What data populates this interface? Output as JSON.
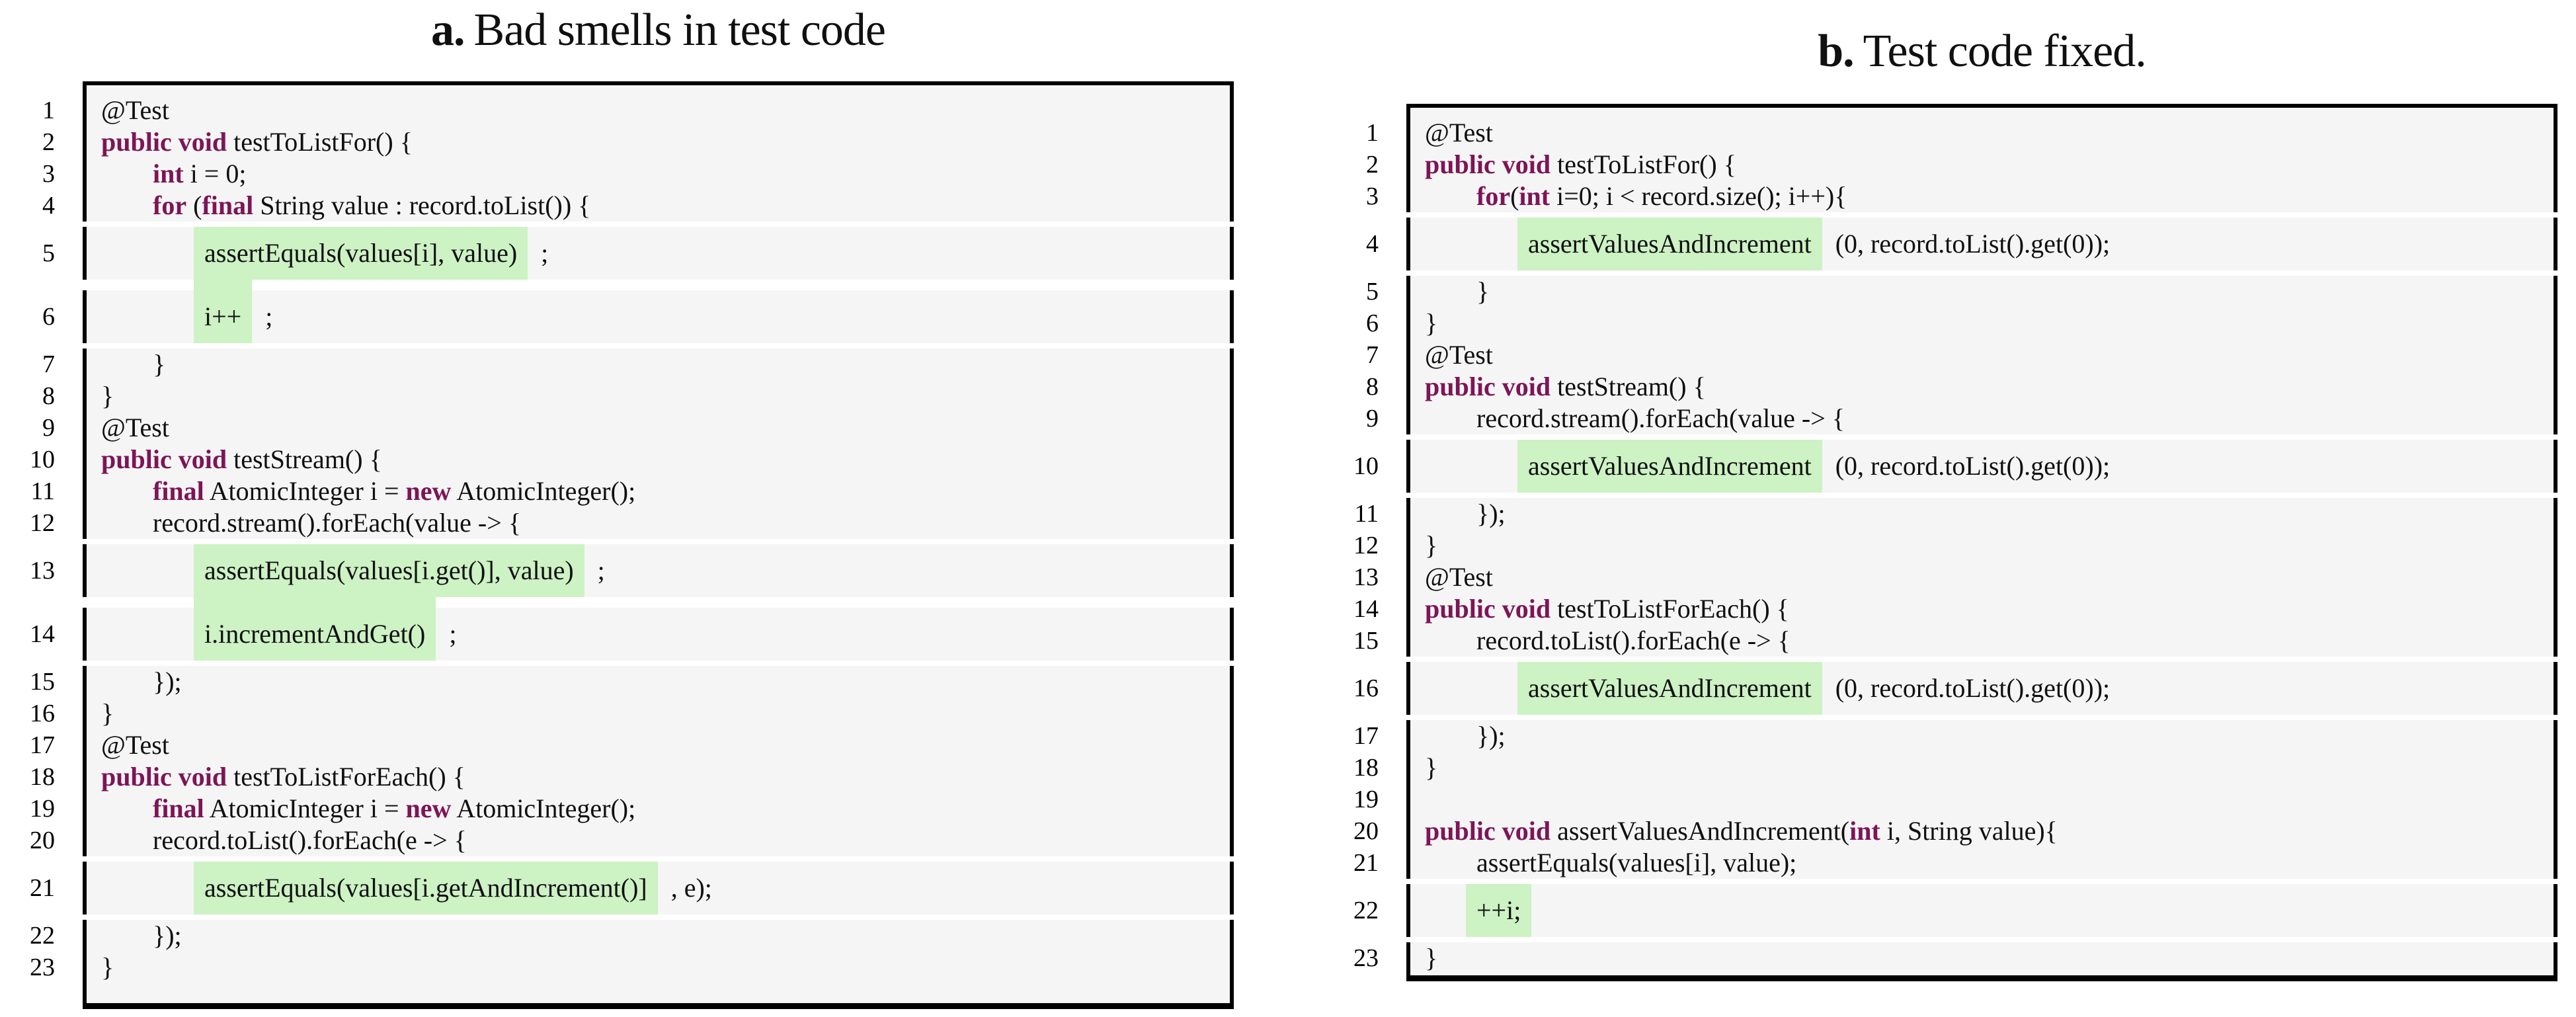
{
  "colors": {
    "keyword": "#7d1557",
    "highlight_green": "#cdf2c4",
    "row_shade": "#f5f5f5",
    "frame": "#000000"
  },
  "panels": [
    {
      "title_prefix": "a.",
      "title_rest": "Bad smells in test code",
      "lines": [
        {
          "n": "1",
          "indent": 0,
          "segs": [
            {
              "s": "@Test"
            }
          ]
        },
        {
          "n": "2",
          "indent": 0,
          "segs": [
            {
              "s": "public void",
              "kw": true
            },
            {
              "s": " testToListFor() {"
            }
          ]
        },
        {
          "n": "3",
          "indent": 1,
          "segs": [
            {
              "s": "int",
              "kw": true
            },
            {
              "s": " i = 0;"
            }
          ]
        },
        {
          "n": "4",
          "indent": 1,
          "segs": [
            {
              "s": "for",
              "kw": true
            },
            {
              "s": " ("
            },
            {
              "s": "final",
              "kw": true
            },
            {
              "s": " String value : record.toList()) {"
            }
          ]
        },
        {
          "n": "5",
          "indent": 2,
          "hl": "assertEquals(values[i], value)",
          "after": ";"
        },
        {
          "n": "6",
          "indent": 2,
          "hl": "i++",
          "after": ";",
          "up": true
        },
        {
          "n": "7",
          "indent": 1,
          "segs": [
            {
              "s": "}"
            }
          ]
        },
        {
          "n": "8",
          "indent": 0,
          "segs": [
            {
              "s": "}"
            }
          ]
        },
        {
          "n": "9",
          "indent": 0,
          "segs": [
            {
              "s": "@Test"
            }
          ]
        },
        {
          "n": "10",
          "indent": 0,
          "segs": [
            {
              "s": "public void",
              "kw": true
            },
            {
              "s": " testStream() {"
            }
          ]
        },
        {
          "n": "11",
          "indent": 1,
          "segs": [
            {
              "s": "final",
              "kw": true
            },
            {
              "s": " AtomicInteger i = "
            },
            {
              "s": "new",
              "kw": true
            },
            {
              "s": " AtomicInteger();"
            }
          ]
        },
        {
          "n": "12",
          "indent": 1,
          "segs": [
            {
              "s": "record.stream().forEach(value -> {"
            }
          ]
        },
        {
          "n": "13",
          "indent": 2,
          "hl": "assertEquals(values[i.get()], value)",
          "after": ";"
        },
        {
          "n": "14",
          "indent": 2,
          "hl": "i.incrementAndGet()",
          "after": ";",
          "up": true
        },
        {
          "n": "15",
          "indent": 1,
          "segs": [
            {
              "s": "});"
            }
          ]
        },
        {
          "n": "16",
          "indent": 0,
          "segs": [
            {
              "s": "}"
            }
          ]
        },
        {
          "n": "17",
          "indent": 0,
          "segs": [
            {
              "s": "@Test"
            }
          ]
        },
        {
          "n": "18",
          "indent": 0,
          "segs": [
            {
              "s": "public void",
              "kw": true
            },
            {
              "s": " testToListForEach() {"
            }
          ]
        },
        {
          "n": "19",
          "indent": 1,
          "segs": [
            {
              "s": "final",
              "kw": true
            },
            {
              "s": " AtomicInteger i = "
            },
            {
              "s": "new",
              "kw": true
            },
            {
              "s": " AtomicInteger();"
            }
          ]
        },
        {
          "n": "20",
          "indent": 1,
          "segs": [
            {
              "s": "record.toList().forEach(e -> {"
            }
          ]
        },
        {
          "n": "21",
          "indent": 2,
          "hl": "assertEquals(values[i.getAndIncrement()]",
          "after": ", e);"
        },
        {
          "n": "22",
          "indent": 1,
          "segs": [
            {
              "s": "});"
            }
          ]
        },
        {
          "n": "23",
          "indent": 0,
          "segs": [
            {
              "s": "}"
            }
          ]
        }
      ]
    },
    {
      "title_prefix": "b.",
      "title_rest": "Test code fixed.",
      "lines": [
        {
          "n": "1",
          "indent": 0,
          "segs": [
            {
              "s": "@Test"
            }
          ]
        },
        {
          "n": "2",
          "indent": 0,
          "segs": [
            {
              "s": "public void",
              "kw": true
            },
            {
              "s": " testToListFor() {"
            }
          ]
        },
        {
          "n": "3",
          "indent": 1,
          "segs": [
            {
              "s": "for",
              "kw": true
            },
            {
              "s": "("
            },
            {
              "s": "int",
              "kw": true
            },
            {
              "s": " i=0; i < record.size(); i++){"
            }
          ]
        },
        {
          "n": "4",
          "indent": 2,
          "hl": "assertValuesAndIncrement",
          "after": "(0, record.toList().get(0));"
        },
        {
          "n": "5",
          "indent": 1,
          "segs": [
            {
              "s": "}"
            }
          ]
        },
        {
          "n": "6",
          "indent": 0,
          "segs": [
            {
              "s": "}"
            }
          ]
        },
        {
          "n": "7",
          "indent": 0,
          "segs": [
            {
              "s": "@Test"
            }
          ]
        },
        {
          "n": "8",
          "indent": 0,
          "segs": [
            {
              "s": "public void",
              "kw": true
            },
            {
              "s": " testStream() {"
            }
          ]
        },
        {
          "n": "9",
          "indent": 1,
          "segs": [
            {
              "s": "record.stream().forEach(value -> {"
            }
          ]
        },
        {
          "n": "10",
          "indent": 2,
          "hl": "assertValuesAndIncrement",
          "after": "(0, record.toList().get(0));"
        },
        {
          "n": "11",
          "indent": 1,
          "segs": [
            {
              "s": "});"
            }
          ]
        },
        {
          "n": "12",
          "indent": 0,
          "segs": [
            {
              "s": "}"
            }
          ]
        },
        {
          "n": "13",
          "indent": 0,
          "segs": [
            {
              "s": "@Test"
            }
          ]
        },
        {
          "n": "14",
          "indent": 0,
          "segs": [
            {
              "s": "public void",
              "kw": true
            },
            {
              "s": " testToListForEach() {"
            }
          ]
        },
        {
          "n": "15",
          "indent": 1,
          "segs": [
            {
              "s": "record.toList().forEach(e -> {"
            }
          ]
        },
        {
          "n": "16",
          "indent": 2,
          "hl": "assertValuesAndIncrement",
          "after": "(0, record.toList().get(0));"
        },
        {
          "n": "17",
          "indent": 1,
          "segs": [
            {
              "s": "});"
            }
          ]
        },
        {
          "n": "18",
          "indent": 0,
          "segs": [
            {
              "s": "}"
            }
          ]
        },
        {
          "n": "19",
          "indent": 0,
          "segs": []
        },
        {
          "n": "20",
          "indent": 0,
          "segs": [
            {
              "s": "public void",
              "kw": true
            },
            {
              "s": " assertValuesAndIncrement("
            },
            {
              "s": "int",
              "kw": true
            },
            {
              "s": " i, String value){"
            }
          ]
        },
        {
          "n": "21",
          "indent": 1,
          "segs": [
            {
              "s": "assertEquals(values[i], value);"
            }
          ]
        },
        {
          "n": "22",
          "indent": 1,
          "hl": "++i;"
        },
        {
          "n": "23",
          "indent": 0,
          "segs": [
            {
              "s": "}"
            }
          ]
        }
      ]
    }
  ]
}
